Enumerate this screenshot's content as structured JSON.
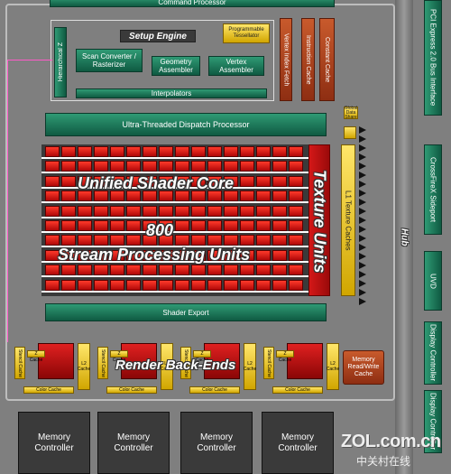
{
  "blocks": {
    "command_processor": "Command Processor",
    "setup_engine": "Setup Engine",
    "programmable_tessellator": "Programmable Tessellator",
    "scan_converter": "Scan Converter / Rasterizer",
    "geometry_assembler": "Geometry Assembler",
    "vertex_assembler": "Vertex Assembler",
    "hierarchical_z": "Hierarchical Z",
    "interpolators": "Interpolators",
    "vertex_index_fetch": "Vertex Index Fetch",
    "instruction_cache": "Instruction Cache",
    "constant_cache": "Constant Cache",
    "dispatch_processor": "Ultra-Threaded Dispatch Processor",
    "global_data_share": "Global Data Share",
    "shader_export": "Shader Export",
    "texture_units": "Texture Units",
    "l1_texture_caches": "L1 Texture Caches",
    "stencil_caches": [
      "Stencil Cache",
      "Stencil Cache",
      "Stencil Cache",
      "Stencil Cache"
    ],
    "z_caches": [
      "Z Cache",
      "Z Cache",
      "Z Cache",
      "Z Cache"
    ],
    "color_caches": [
      "Color Cache",
      "Color Cache",
      "Color Cache",
      "Color Cache"
    ],
    "l2_caches": [
      "L2 Cache",
      "L2 Cache",
      "L2 Cache",
      "L2 Cache"
    ],
    "memory_rw_cache": "Memory Read/Write Cache",
    "memory_controllers": [
      "Memory Controller",
      "Memory Controller",
      "Memory Controller",
      "Memory Controller"
    ],
    "hub": "Hub",
    "pcie_interface": "PCI Express 2.0 Bus Interface",
    "crossfirex_sideport": "CrossFireX Sideport",
    "uvd": "UVD",
    "display_controllers": [
      "Display Controller",
      "Display Controller"
    ]
  },
  "overlay": {
    "unified_shader_core": "Unified Shader Core",
    "count": "800",
    "stream_units": "Stream Processing Units",
    "render_backends": "Render Back-Ends"
  },
  "watermark": {
    "url": "ZOL.com.cn",
    "chinese": "中关村在线"
  },
  "colors": {
    "green": "#1f7a5a",
    "orange": "#a8431e",
    "yellow": "#e8c21a",
    "red_simd": "#cc1010",
    "background": "#7f7f7f"
  }
}
